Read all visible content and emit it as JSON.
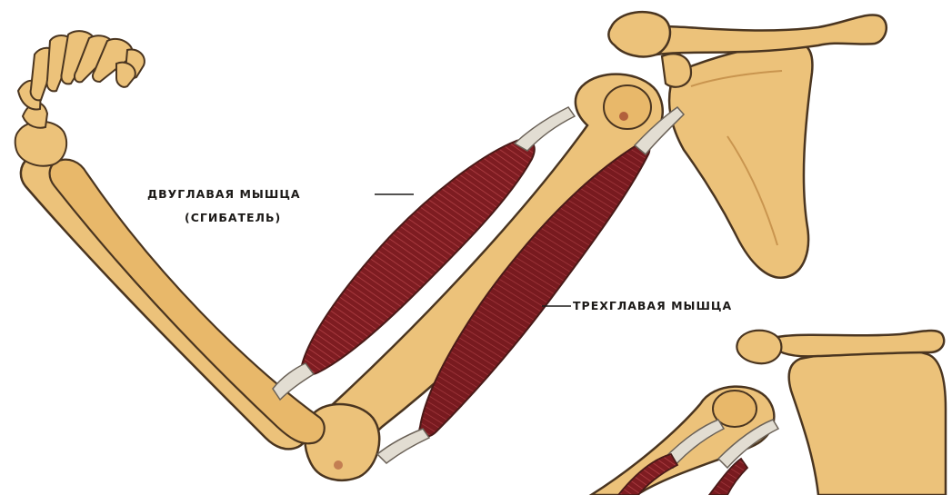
{
  "labels": {
    "biceps_line1": "ДВУГЛАВАЯ МЫШЦА",
    "biceps_line2": "(СГИБАТЕЛЬ)",
    "triceps": "ТРЕХГЛАВАЯ МЫШЦА"
  },
  "colors": {
    "bone_fill": "#ecc27a",
    "bone_outline": "#4a3520",
    "muscle_fill": "#7e1c21",
    "muscle_stripe": "#b8454a",
    "tendon": "#e2ddd2",
    "background": "#ffffff"
  }
}
